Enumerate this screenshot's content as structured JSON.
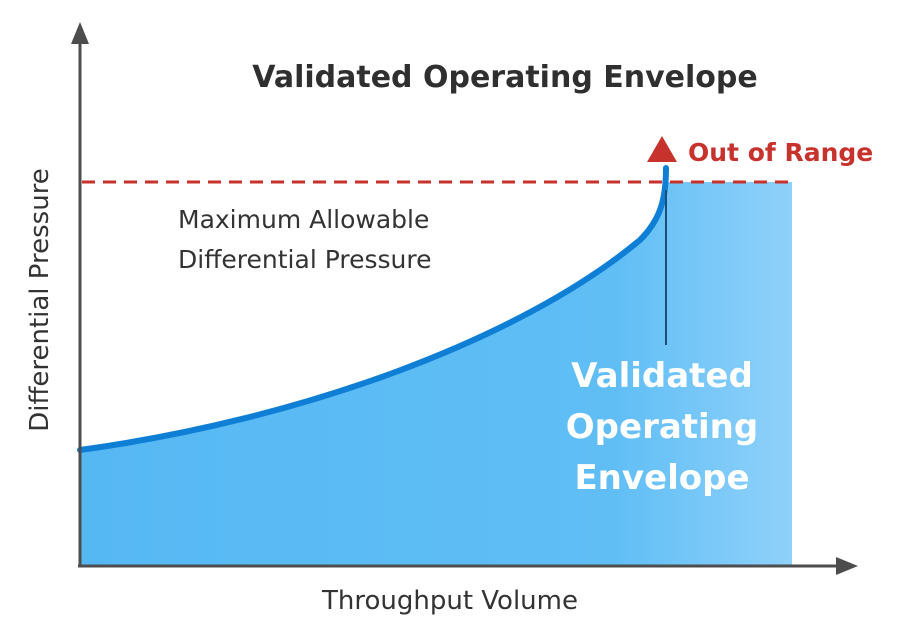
{
  "diagram": {
    "title": "Validated Operating Envelope",
    "x_axis_label": "Throughput Volume",
    "y_axis_label": "Differential Pressure",
    "limit_label_line1": "Maximum Allowable",
    "limit_label_line2": "Differential Pressure",
    "out_of_range_label": "Out of Range",
    "envelope_label_line1": "Validated",
    "envelope_label_line2": "Operating",
    "envelope_label_line3": "Envelope",
    "colors": {
      "envelope_fill": "#5cbcf4",
      "curve": "#0f7fd6",
      "limit_line": "#c8322d",
      "axis": "#4d4d4d",
      "title": "#2f2f2f"
    }
  }
}
